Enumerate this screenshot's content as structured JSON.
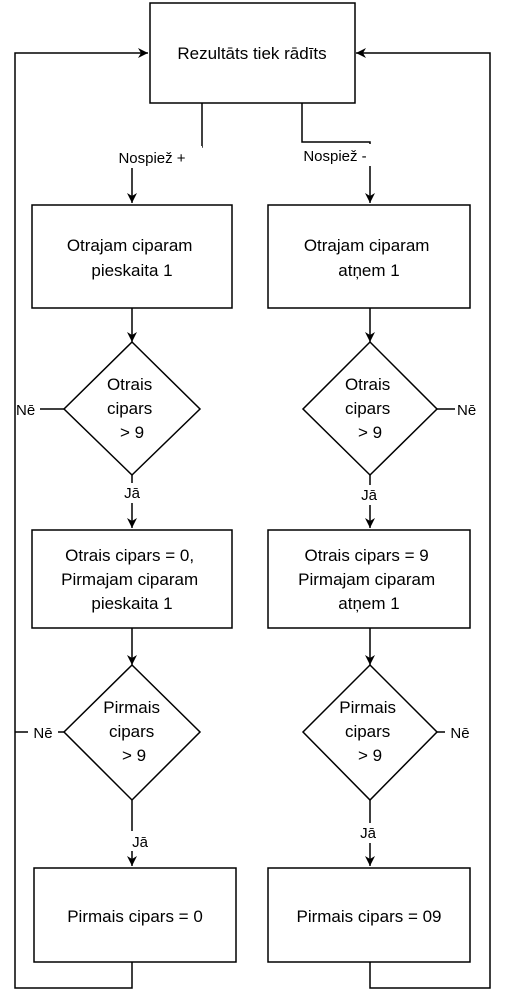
{
  "nodes": {
    "start": [
      "Rezultāts tiek rādīts"
    ],
    "left_add": [
      "Otrajam ciparam",
      "pieskaita 1"
    ],
    "right_sub": [
      "Otrajam ciparam",
      "atņem 1"
    ],
    "left_check2": [
      "Otrais",
      "cipars",
      "> 9"
    ],
    "right_check2": [
      "Otrais",
      "cipars",
      "> 9"
    ],
    "left_set2": [
      "Otrais cipars = 0,",
      "Pirmajam ciparam",
      "pieskaita 1"
    ],
    "right_set2": [
      "Otrais cipars = 9",
      "Pirmajam ciparam",
      "atņem 1"
    ],
    "left_check1": [
      "Pirmais",
      "cipars",
      "> 9"
    ],
    "right_check1": [
      "Pirmais",
      "cipars",
      "> 9"
    ],
    "left_set1": [
      "Pirmais cipars = 0"
    ],
    "right_set1": [
      "Pirmais cipars = 09"
    ]
  },
  "edge_labels": {
    "plus": "Nospiež +",
    "minus": "Nospiež -",
    "no_left_top": "Nē",
    "no_right_top": "Nē",
    "yes_left_top": "Jā",
    "yes_right_top": "Jā",
    "no_left_bottom": "Nē",
    "no_right_bottom": "Nē",
    "yes_left_bottom": "Jā",
    "yes_right_bottom": "Jā"
  }
}
